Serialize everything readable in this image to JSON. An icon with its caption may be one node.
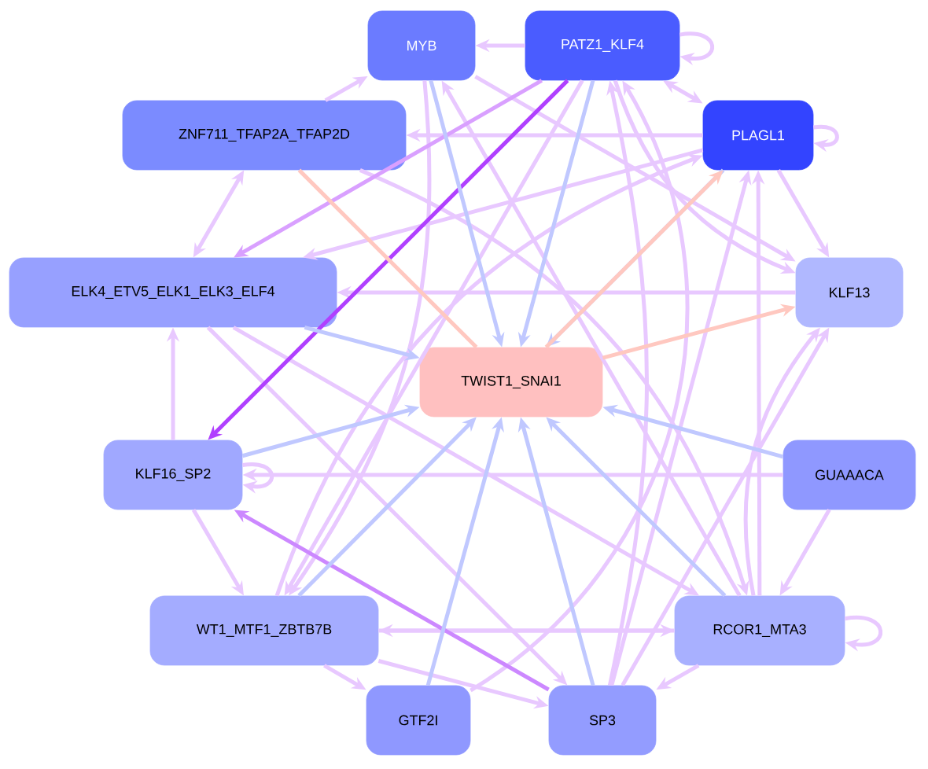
{
  "diagram": {
    "nodes": [
      {
        "text": [
          "MYB"
        ]
      },
      {
        "text": [
          "PATZ1_KLF4"
        ]
      },
      {
        "text": [
          "PLAGL1"
        ]
      },
      {
        "text": [
          "ZNF711_TFAP2A_TFAP2D"
        ]
      },
      {
        "text": [
          "ELK4_ETV5_ELK1_ELK3_ELF4"
        ]
      },
      {
        "text": [
          "KLF13"
        ]
      },
      {
        "text": [
          "TWIST1_SNAI1"
        ]
      },
      {
        "text": [
          "KLF16_SP2"
        ]
      },
      {
        "text": [
          "GUAAACA"
        ]
      },
      {
        "text": [
          "WT1_MTF1_ZBTB7B"
        ]
      },
      {
        "text": [
          "RCOR1_MTA3"
        ]
      },
      {
        "text": [
          "GTF2I"
        ]
      },
      {
        "text": [
          "SP3"
        ]
      }
    ],
    "edges": [
      {
        "from": 1,
        "to": 0,
        "arrow": "to"
      },
      {
        "from": 1,
        "to": 2,
        "arrow": "both"
      },
      {
        "from": 3,
        "to": 0,
        "arrow": "to"
      },
      {
        "from": 3,
        "to": 4,
        "arrow": "both"
      },
      {
        "from": 7,
        "to": 4,
        "arrow": "to"
      },
      {
        "from": 7,
        "to": 9,
        "arrow": "to"
      },
      {
        "from": 9,
        "to": 11,
        "arrow": "to"
      },
      {
        "from": 10,
        "to": 12,
        "arrow": "to"
      },
      {
        "from": 8,
        "to": 10,
        "arrow": "to"
      },
      {
        "from": 2,
        "to": 5,
        "arrow": "to"
      },
      {
        "from": 1,
        "to": 5,
        "arrow": "to"
      },
      {
        "from": 10,
        "to": 5,
        "arrow": "to"
      },
      {
        "from": 12,
        "to": 5,
        "arrow": "to"
      },
      {
        "from": 9,
        "to": 2,
        "arrow": "to"
      },
      {
        "from": 12,
        "to": 2,
        "arrow": "to"
      },
      {
        "from": 10,
        "to": 2,
        "arrow": "to"
      },
      {
        "from": 12,
        "to": 1,
        "arrow": "to"
      },
      {
        "from": 1,
        "to": 9,
        "arrow": "to"
      },
      {
        "from": 0,
        "to": 9,
        "arrow": "to"
      },
      {
        "from": 10,
        "to": 0,
        "arrow": "to"
      },
      {
        "from": 3,
        "to": 10,
        "arrow": "to"
      },
      {
        "from": 4,
        "to": 10,
        "arrow": "to"
      },
      {
        "from": 9,
        "to": 10,
        "arrow": "to"
      },
      {
        "from": 9,
        "to": 12,
        "arrow": "to"
      },
      {
        "from": 2,
        "to": 4,
        "arrow": "to"
      },
      {
        "from": 5,
        "to": 4,
        "arrow": "to"
      },
      {
        "from": 2,
        "to": 3,
        "arrow": "to"
      },
      {
        "from": 8,
        "to": 7,
        "arrow": "to"
      },
      {
        "from": 4,
        "to": 12,
        "arrow": "to"
      },
      {
        "from": 0,
        "to": 5,
        "arrow": "to"
      },
      {
        "from": 10,
        "to": 9,
        "arrow": "to"
      },
      {
        "from": 11,
        "to": 1,
        "arrow": "to"
      },
      {
        "from": 12,
        "to": 7,
        "arrow": "to",
        "color": "#cc88ff"
      },
      {
        "from": 1,
        "to": 4,
        "arrow": "to",
        "color": "#d9a0ff"
      },
      {
        "from": 1,
        "to": 7,
        "arrow": "to",
        "color": "#b040ff"
      },
      {
        "from": 0,
        "to": 6,
        "arrow": "to",
        "color": "#c0c8ff"
      },
      {
        "from": 1,
        "to": 6,
        "arrow": "to",
        "color": "#c0c8ff"
      },
      {
        "from": 2,
        "to": 6,
        "arrow": "to",
        "color": "#c0c8ff"
      },
      {
        "from": 4,
        "to": 6,
        "arrow": "to",
        "color": "#c0c8ff"
      },
      {
        "from": 7,
        "to": 6,
        "arrow": "to",
        "color": "#c0c8ff"
      },
      {
        "from": 9,
        "to": 6,
        "arrow": "to",
        "color": "#c0c8ff"
      },
      {
        "from": 11,
        "to": 6,
        "arrow": "to",
        "color": "#c0c8ff"
      },
      {
        "from": 12,
        "to": 6,
        "arrow": "to",
        "color": "#c0c8ff"
      },
      {
        "from": 10,
        "to": 6,
        "arrow": "to",
        "color": "#c0c8ff"
      },
      {
        "from": 8,
        "to": 6,
        "arrow": "to",
        "color": "#c0c8ff"
      },
      {
        "from": 6,
        "to": 5,
        "arrow": "to",
        "color": "#ffc8c0"
      },
      {
        "from": 6,
        "to": 2,
        "arrow": "to",
        "color": "#ffc8c0"
      },
      {
        "from": 3,
        "to": 6,
        "arrow": "none",
        "color": "#ffc8c0"
      },
      {
        "from": 1,
        "to": 1,
        "arrow": "to"
      },
      {
        "from": 2,
        "to": 2,
        "arrow": "to"
      },
      {
        "from": 7,
        "to": 7,
        "arrow": "to"
      },
      {
        "from": 10,
        "to": 10,
        "arrow": "to"
      }
    ]
  }
}
